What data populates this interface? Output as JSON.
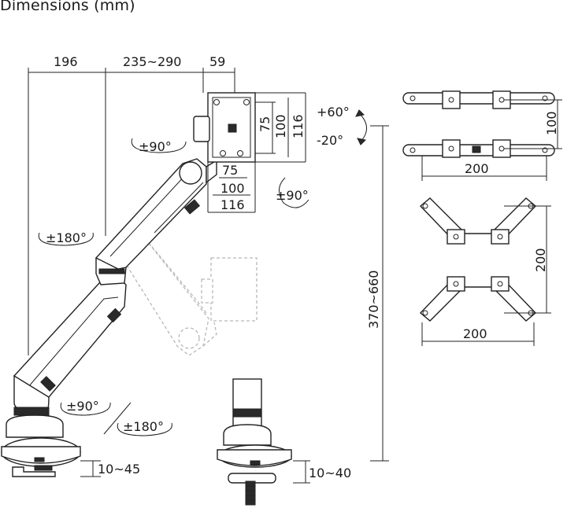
{
  "title": "Dimensions (mm)",
  "dimensions": {
    "reach_base": "196",
    "reach_arm": "235~290",
    "reach_head": "59",
    "vesa_75_v": "75",
    "vesa_100_v": "100",
    "vesa_116_v": "116",
    "vesa_75_h": "75",
    "vesa_100_h": "100",
    "vesa_116_h": "116",
    "height_range": "370~660",
    "clamp_range": "10~45",
    "grommet_range": "10~40",
    "adapter_100_v": "100",
    "adapter_200_h_top": "200",
    "adapter_200_v": "200",
    "adapter_200_h_bottom": "200"
  },
  "rotations": {
    "tilt_up": "+60°",
    "tilt_down": "-20°",
    "head_swivel": "±90°",
    "rotation": "±90°",
    "arm_swivel": "±180°",
    "base_swivel": "±90°",
    "base_rotation": "±180°"
  }
}
